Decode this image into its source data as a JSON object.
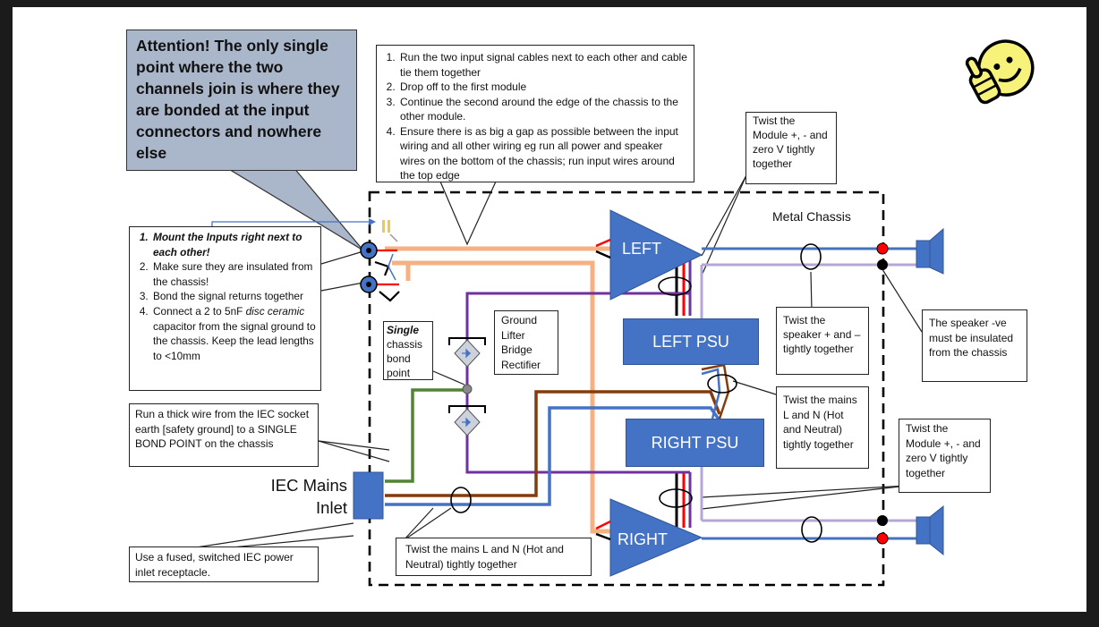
{
  "attention_note": "Attention! The only single point where the two channels join is where they are bonded at the input connectors and nowhere else",
  "routing_steps": [
    "Run the two input signal cables next to each other and cable tie them together",
    "Drop off to the first module",
    "Continue the second around the edge of the chassis to the other module.",
    "Ensure there is as big a gap as possible between the input wiring and all other wiring eg run all power and speaker wires on the bottom of the chassis; run input wires around the top edge"
  ],
  "input_steps": {
    "step1": "Mount the Inputs right next to each other!",
    "step2": "Make sure they are insulated from the chassis!",
    "step3": "Bond the signal returns together",
    "step4_a": "Connect a 2 to 5nF ",
    "step4_disc": "disc",
    "step4_ceramic": "ceramic",
    "step4_b": " capacitor from the signal ground to the chassis. Keep the lead lengths to <10mm"
  },
  "earth_note": "Run a thick wire from the IEC socket earth [safety ground] to a SINGLE BOND POINT on the chassis",
  "fuse_note": "Use a fused, switched IEC power inlet receptacle.",
  "mains_twist_bottom": "Twist the mains L and N (Hot and Neutral) tightly together",
  "mains_twist_right": "Twist the mains L and N (Hot and Neutral) tightly together",
  "bond_point": {
    "single": "Single",
    "rest": "chassis bond point"
  },
  "bridge_label": "Ground Lifter Bridge Rectifier",
  "module_twist_top": "Twist the Module +, - and zero V tightly together",
  "module_twist_bottom": "Twist the Module +, - and zero V tightly together",
  "speaker_twist": "Twist the speaker + and – tightly together",
  "speaker_neg_note": "The speaker -ve must be insulated from the chassis",
  "metal_chassis": "Metal Chassis",
  "iec_inlet": "IEC Mains Inlet",
  "left_amp": "LEFT",
  "right_amp": "RIGHT",
  "left_psu": "LEFT PSU",
  "right_psu": "RIGHT PSU",
  "colors": {
    "signal": "#f4b183",
    "module_purple": "#7030a0",
    "speaker_blue": "#4472c4",
    "speaker_lilac": "#b4a7d6",
    "mains_brown": "#843c0c",
    "earth_green": "#548235",
    "positive_red": "#ff0000",
    "negative_black": "#000000",
    "block_blue": "#4472c4",
    "callout_grey": "#aab6c9",
    "smiley_yellow": "#f7f27a"
  },
  "icon": "thumbs-up-smiley-icon"
}
